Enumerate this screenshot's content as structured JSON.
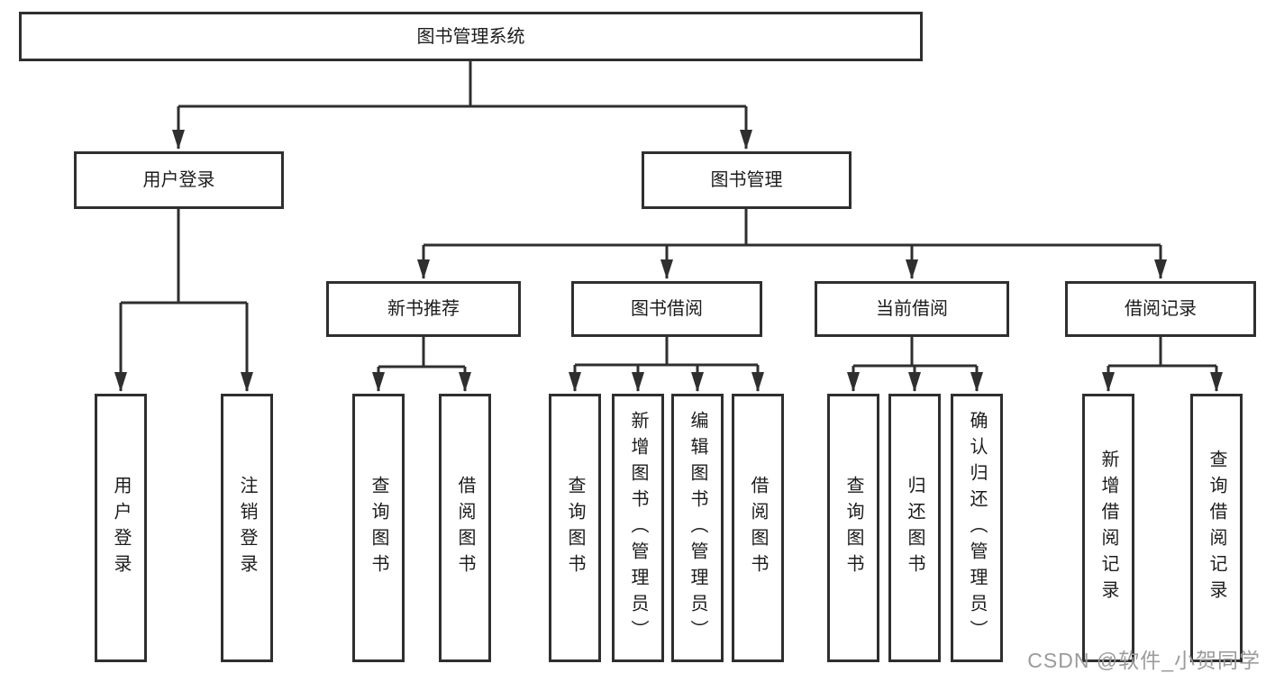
{
  "diagram": {
    "root": {
      "label": "图书管理系统"
    },
    "level2": [
      {
        "label": "用户登录"
      },
      {
        "label": "图书管理"
      }
    ],
    "level3": [
      {
        "label": "新书推荐"
      },
      {
        "label": "图书借阅"
      },
      {
        "label": "当前借阅"
      },
      {
        "label": "借阅记录"
      }
    ],
    "leaves": {
      "user_login": [
        "用户登录",
        "注销登录"
      ],
      "new_books": [
        "查询图书",
        "借阅图书"
      ],
      "book_borrow": [
        "查询图书",
        "新增图书（管理员）",
        "编辑图书（管理员）",
        "借阅图书"
      ],
      "current_borrow": [
        "查询图书",
        "归还图书",
        "确认归还（管理员）"
      ],
      "borrow_records": [
        "新增借阅记录",
        "查询借阅记录"
      ]
    }
  },
  "watermark": {
    "text": "CSDN @软件_小贺同学"
  },
  "colors": {
    "stroke": "#2f2f2f",
    "background": "#ffffff",
    "watermark": "#9b9b9b"
  }
}
